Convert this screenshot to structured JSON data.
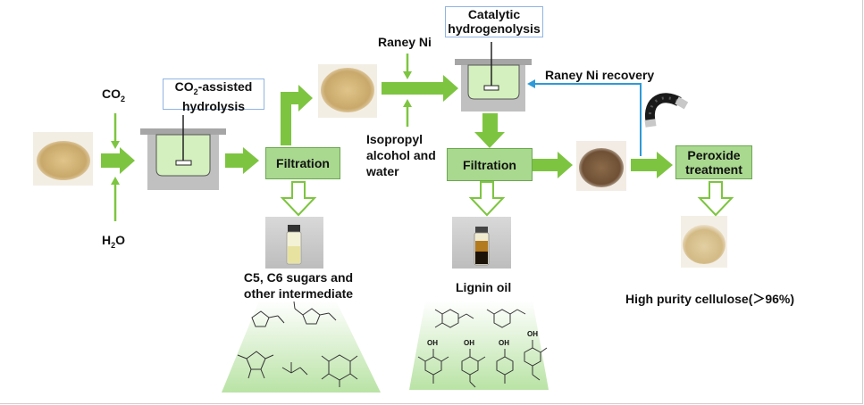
{
  "labels": {
    "co2": "CO",
    "co2_sub": "2",
    "h2o_pre": "H",
    "h2o_sub": "2",
    "h2o_post": "O",
    "hydrolysis_pre": "CO",
    "hydrolysis_sub": "2",
    "hydrolysis_line1_post": "-assisted",
    "hydrolysis_line2": "hydrolysis",
    "filtration1": "Filtration",
    "filtration2": "Filtration",
    "raney_ni": "Raney Ni",
    "catalytic_line1": "Catalytic",
    "catalytic_line2": "hydrogenolysis",
    "raney_recovery": "Raney Ni recovery",
    "solvent_line1": "Isopropyl",
    "solvent_line2": "alcohol and",
    "solvent_line3": "water",
    "peroxide_line1": "Peroxide",
    "peroxide_line2": "treatment",
    "sugars_line1": "C5, C6 sugars and",
    "sugars_line2": "other intermediate",
    "lignin_oil": "Lignin oil",
    "cellulose": "High purity cellulose(＞96%)",
    "molecule_oh": "OH"
  },
  "colors": {
    "arrow_green": "#7dc540",
    "box_green": "#a9d88f",
    "reactor_fill": "#d4f0be",
    "reactor_body": "#c0c0c0",
    "reactor_lid": "#a6a6a6",
    "recovery_arrow": "#2e9ad8",
    "label_border": "#8fb4e3",
    "biomass": "#c9a96b",
    "lignin_powder": "#7a5a3a"
  },
  "icons": [
    "biomass-sample",
    "reactor-vessel",
    "vial",
    "magnet-icon",
    "chemical-structure"
  ]
}
